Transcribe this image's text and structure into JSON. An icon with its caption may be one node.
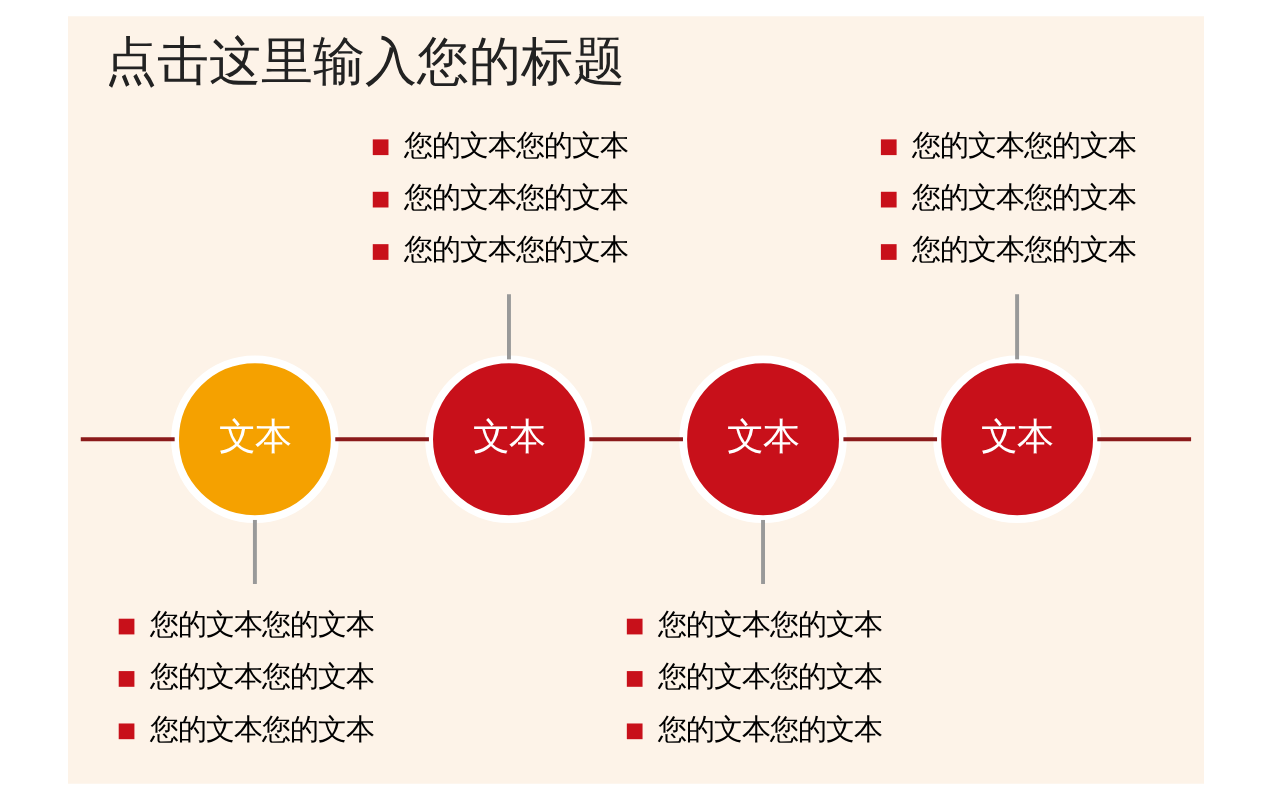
{
  "diagram": {
    "title": "点击这里输入您的标题",
    "nodes": [
      {
        "text": [
          "文本"
        ]
      },
      {
        "text": [
          "文本"
        ]
      },
      {
        "text": [
          "文本"
        ]
      },
      {
        "text": [
          "文本"
        ]
      },
      {
        "text": [
          "您的文本您的文本",
          "您的文本您的文本",
          "您的文本您的文本"
        ]
      },
      {
        "text": [
          "您的文本您的文本",
          "您的文本您的文本",
          "您的文本您的文本"
        ]
      },
      {
        "text": [
          "您的文本您的文本",
          "您的文本您的文本",
          "您的文本您的文本"
        ]
      },
      {
        "text": [
          "您的文本您的文本",
          "您的文本您的文本",
          "您的文本您的文本"
        ]
      }
    ],
    "edges": [
      {
        "from": null,
        "to": 0,
        "arrow": "none"
      },
      {
        "from": 0,
        "to": 1,
        "arrow": "none"
      },
      {
        "from": 1,
        "to": 2,
        "arrow": "none"
      },
      {
        "from": 2,
        "to": 3,
        "arrow": "none"
      },
      {
        "from": 3,
        "to": null,
        "arrow": "none"
      },
      {
        "from": 0,
        "to": 4,
        "arrow": "none",
        "color": "#999999"
      },
      {
        "from": 1,
        "to": 5,
        "arrow": "none",
        "color": "#999999"
      },
      {
        "from": 2,
        "to": 6,
        "arrow": "none",
        "color": "#999999"
      },
      {
        "from": 3,
        "to": 7,
        "arrow": "none",
        "color": "#999999"
      }
    ]
  }
}
